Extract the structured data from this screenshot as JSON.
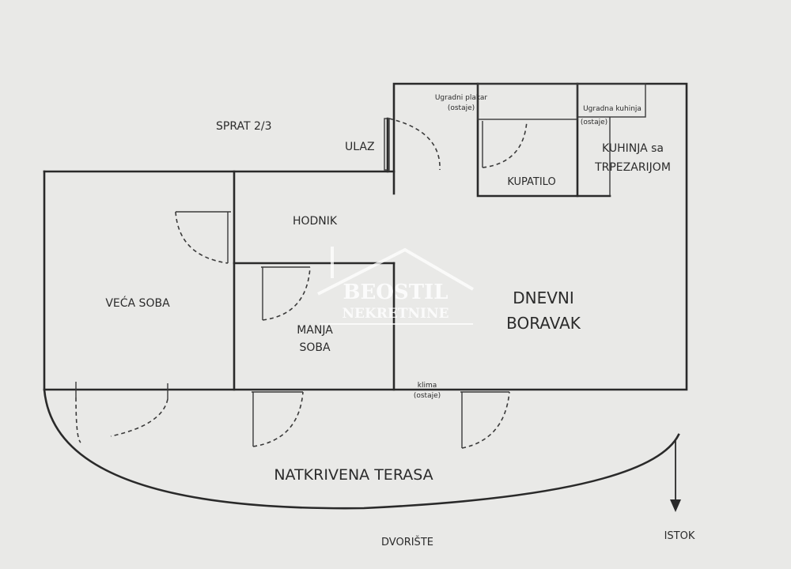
{
  "floor": "SPRAT 2/3",
  "rooms": {
    "entrance": "ULAZ",
    "wardrobe": "Ugradni plakar",
    "wardrobe_note": "(ostaje)",
    "bathroom": "KUPATILO",
    "kitchen_unit": "Ugradna kuhinja",
    "kitchen_unit_note": "(ostaje)",
    "kitchen_line1": "KUHINJA sa",
    "kitchen_line2": "TRPEZARIJOM",
    "hallway": "HODNIK",
    "big_room": "VEĆA SOBA",
    "small_room_line1": "MANJA",
    "small_room_line2": "SOBA",
    "living_line1": "DNEVNI",
    "living_line2": "BORAVAK",
    "ac": "klima",
    "ac_note": "(ostaje)",
    "terrace": "NATKRIVENA TERASA"
  },
  "yard": "DVORIŠTE",
  "compass": "ISTOK",
  "watermark": {
    "line1": "BEOSTIL",
    "line2": "NEKRETNINE"
  }
}
